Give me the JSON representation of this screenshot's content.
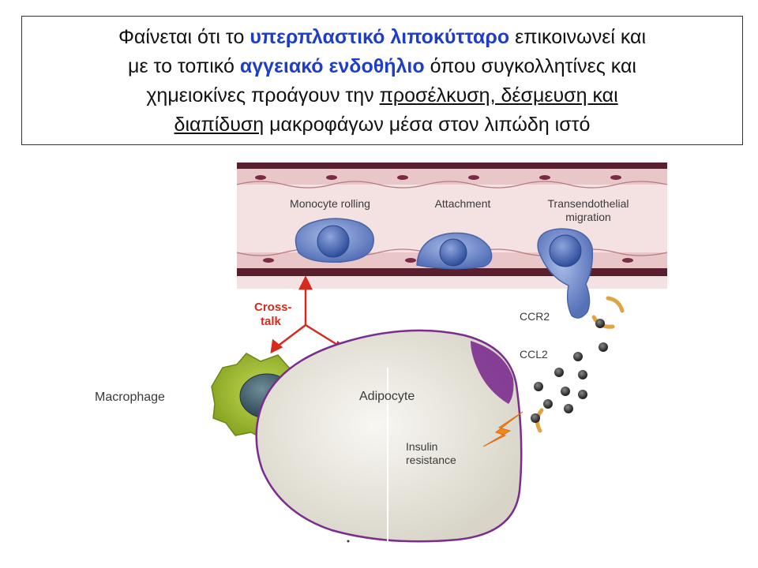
{
  "caption": {
    "line1_pre": "Φαίνεται ότι το ",
    "line1_hl": "υπερπλαστικό λιποκύτταρο",
    "line1_post": " επικοινωνεί και",
    "line2_pre": "με το τοπικό ",
    "line2_hl": "αγγειακό ενδοθήλιο",
    "line2_post": " όπου συγκολλητίνες και",
    "line3_pre": "χημειοκίνες προάγουν την ",
    "line3_ul": "προσέλκυση, δέσμευση και",
    "line4_ul": "διαπίδυση",
    "line4_post": " μακροφάγων μέσα στον λιπώδη ιστό"
  },
  "diagram": {
    "labels": {
      "monocyte_rolling": "Monocyte rolling",
      "attachment": "Attachment",
      "transendothelial_1": "Transendothelial",
      "transendothelial_2": "migration",
      "cross": "Cross-",
      "talk": "talk",
      "ccr2": "CCR2",
      "ccl2": "CCL2",
      "macrophage": "Macrophage",
      "adipocyte": "Adipocyte",
      "insulin": "Insulin",
      "resistance": "resistance"
    },
    "colors": {
      "vessel_bg": "#f4e2e2",
      "vessel_wall": "#5a1f2e",
      "monocyte": "#6b86c9",
      "nucleus": "#3f5fae",
      "macrophage": "#9cbc2c",
      "adipocyte": "#eeece4",
      "adipocyte_border": "#7b2d8e",
      "arrow_red": "#d62a1e",
      "receptor": "#e0a444",
      "lightning": "#f08a1a",
      "highlight_text": "#1f3ec8"
    }
  }
}
